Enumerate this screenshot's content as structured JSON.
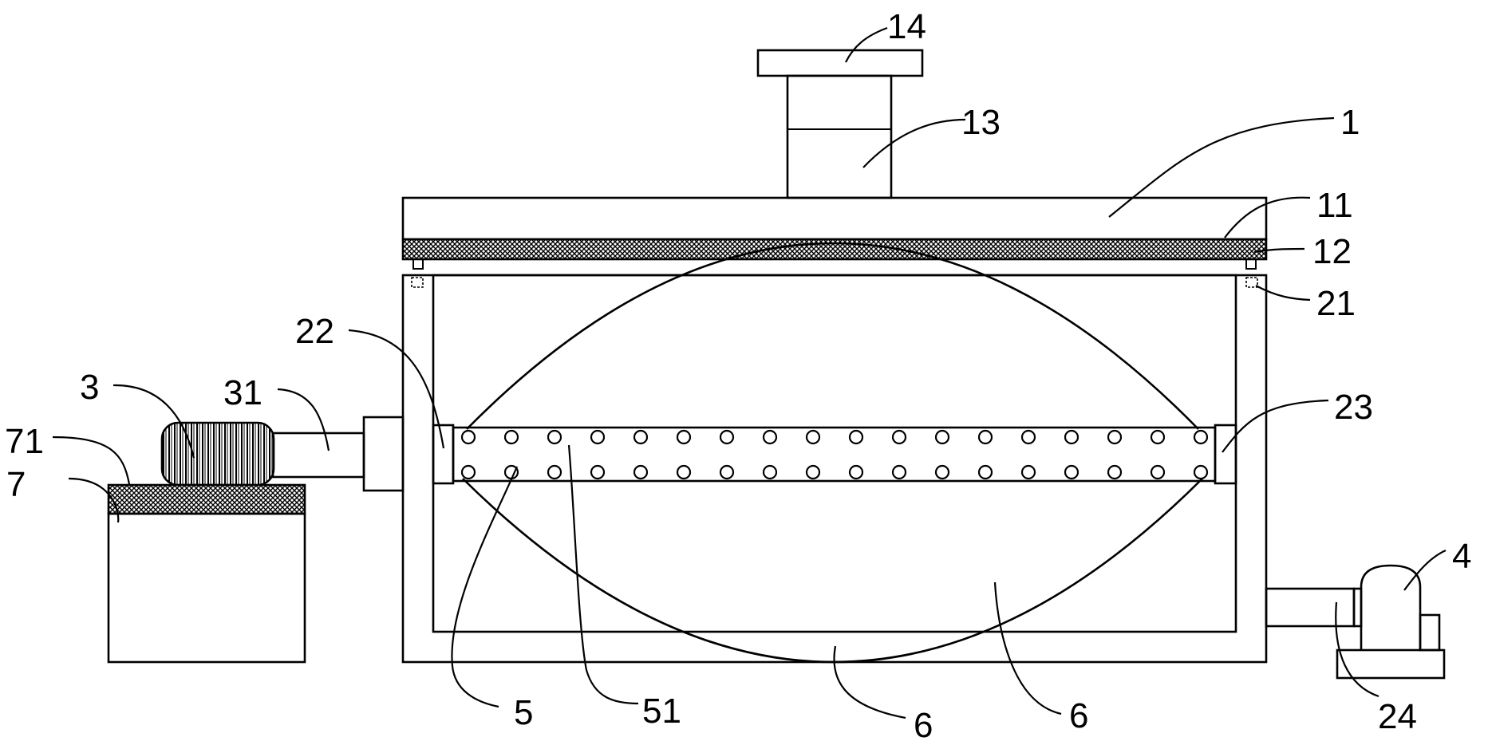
{
  "labels": {
    "l1": "1",
    "l11": "11",
    "l12": "12",
    "l13": "13",
    "l14": "14",
    "l21": "21",
    "l22": "22",
    "l23": "23",
    "l24": "24",
    "l3": "3",
    "l31": "31",
    "l4": "4",
    "l5": "5",
    "l51": "51",
    "l6a": "6",
    "l6b": "6",
    "l7": "7",
    "l71": "71"
  },
  "pattern_colors": {
    "mesh": "#000000",
    "background": "#ffffff"
  }
}
